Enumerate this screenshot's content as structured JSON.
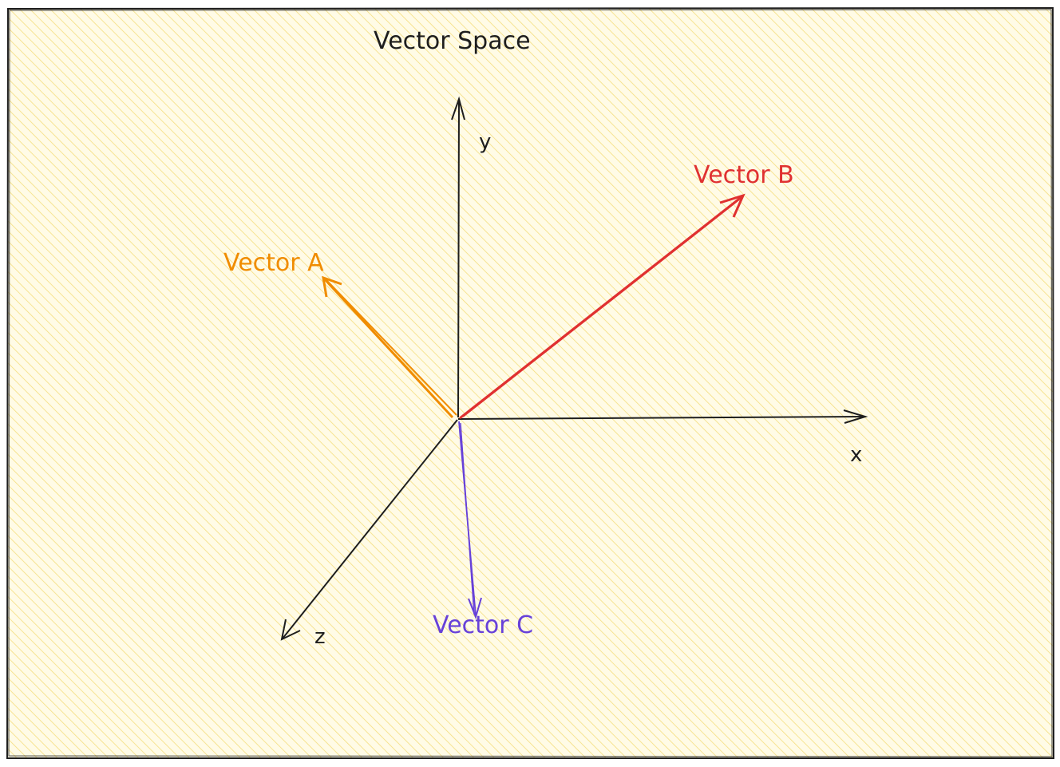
{
  "title": "Vector Space",
  "colors": {
    "background_fill": "#fff3b0",
    "hatch": "#f2d86b",
    "frame": "#1e1e1e",
    "axis": "#1e1e1e",
    "vector_a": "#f08c00",
    "vector_b": "#e03131",
    "vector_c": "#6741d9"
  },
  "axes": {
    "x_label": "x",
    "y_label": "y",
    "z_label": "z"
  },
  "vectors": [
    {
      "id": "a",
      "label": "Vector A",
      "color": "#f08c00"
    },
    {
      "id": "b",
      "label": "Vector B",
      "color": "#e03131"
    },
    {
      "id": "c",
      "label": "Vector C",
      "color": "#6741d9"
    }
  ]
}
